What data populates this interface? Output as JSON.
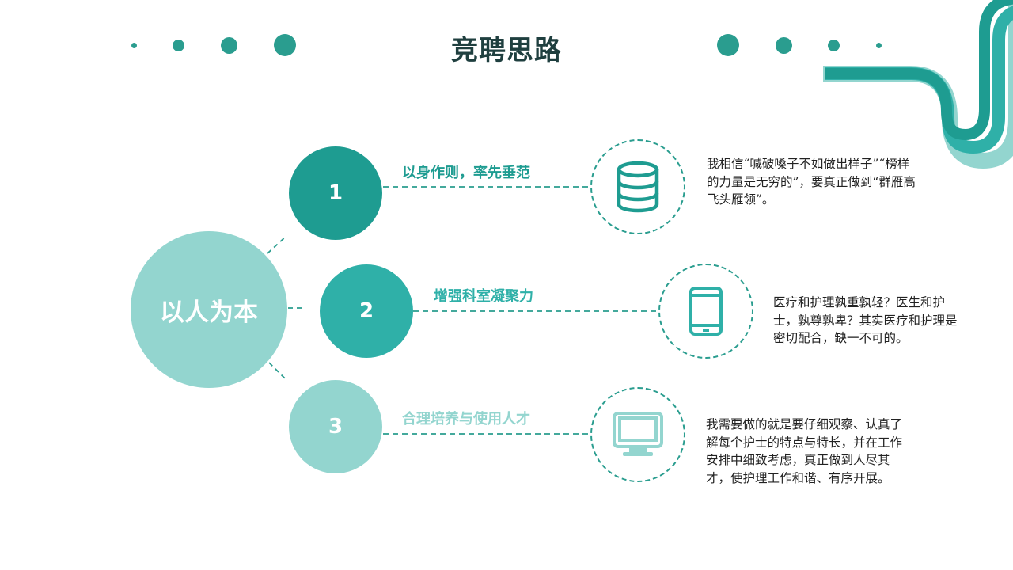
{
  "title": "竞聘思路",
  "hub": {
    "label": "以人为本"
  },
  "colors": {
    "dark": "#1e9c91",
    "mid": "#2fb0a8",
    "light": "#93d5cf",
    "text": "#222222"
  },
  "items": [
    {
      "number": "1",
      "title": "以身作则，率先垂范",
      "icon": "database-icon",
      "description": "我相信“喊破嗓子不如做出样子”“榜样的力量是无穷的”，要真正做到“群雁高飞头雁领”。"
    },
    {
      "number": "2",
      "title": "增强科室凝聚力",
      "icon": "tablet-icon",
      "description": "医疗和护理孰重孰轻？医生和护士，孰尊孰卑？其实医疗和护理是密切配合，缺一不可的。"
    },
    {
      "number": "3",
      "title": "合理培养与使用人才",
      "icon": "monitor-icon",
      "description": "我需要做的就是要仔细观察、认真了解每个护士的特点与特长，并在工作安排中细致考虑，真正做到人尽其才，使护理工作和谐、有序开展。"
    }
  ]
}
